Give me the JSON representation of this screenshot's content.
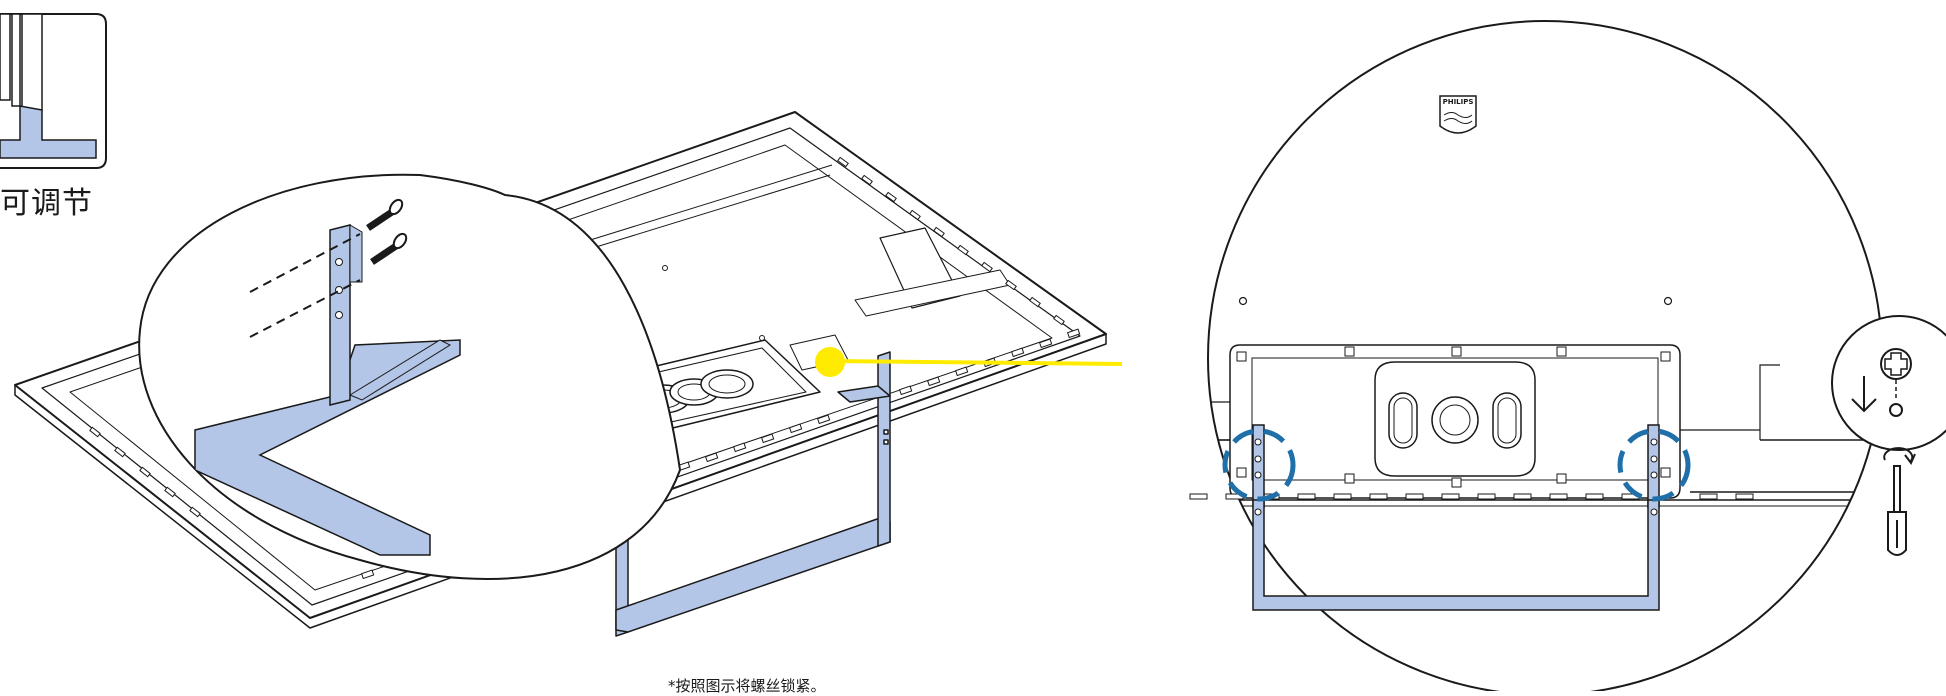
{
  "labels": {
    "inset_caption": "可调节",
    "footnote": "*按照图示将螺丝锁紧。",
    "brand_logo_text": "PHILIPS"
  },
  "colors": {
    "stand_fill": "#b4c6e7",
    "connector_yellow": "#ffeb00",
    "highlight_dash": "#1f6fa8",
    "line": "#1a1a1a"
  },
  "icons": {
    "direction_icon": "arrow-down-icon",
    "screw_icon": "screw-head-icon",
    "tool_icon": "screwdriver-icon",
    "rotate_icon": "rotate-clockwise-icon"
  }
}
